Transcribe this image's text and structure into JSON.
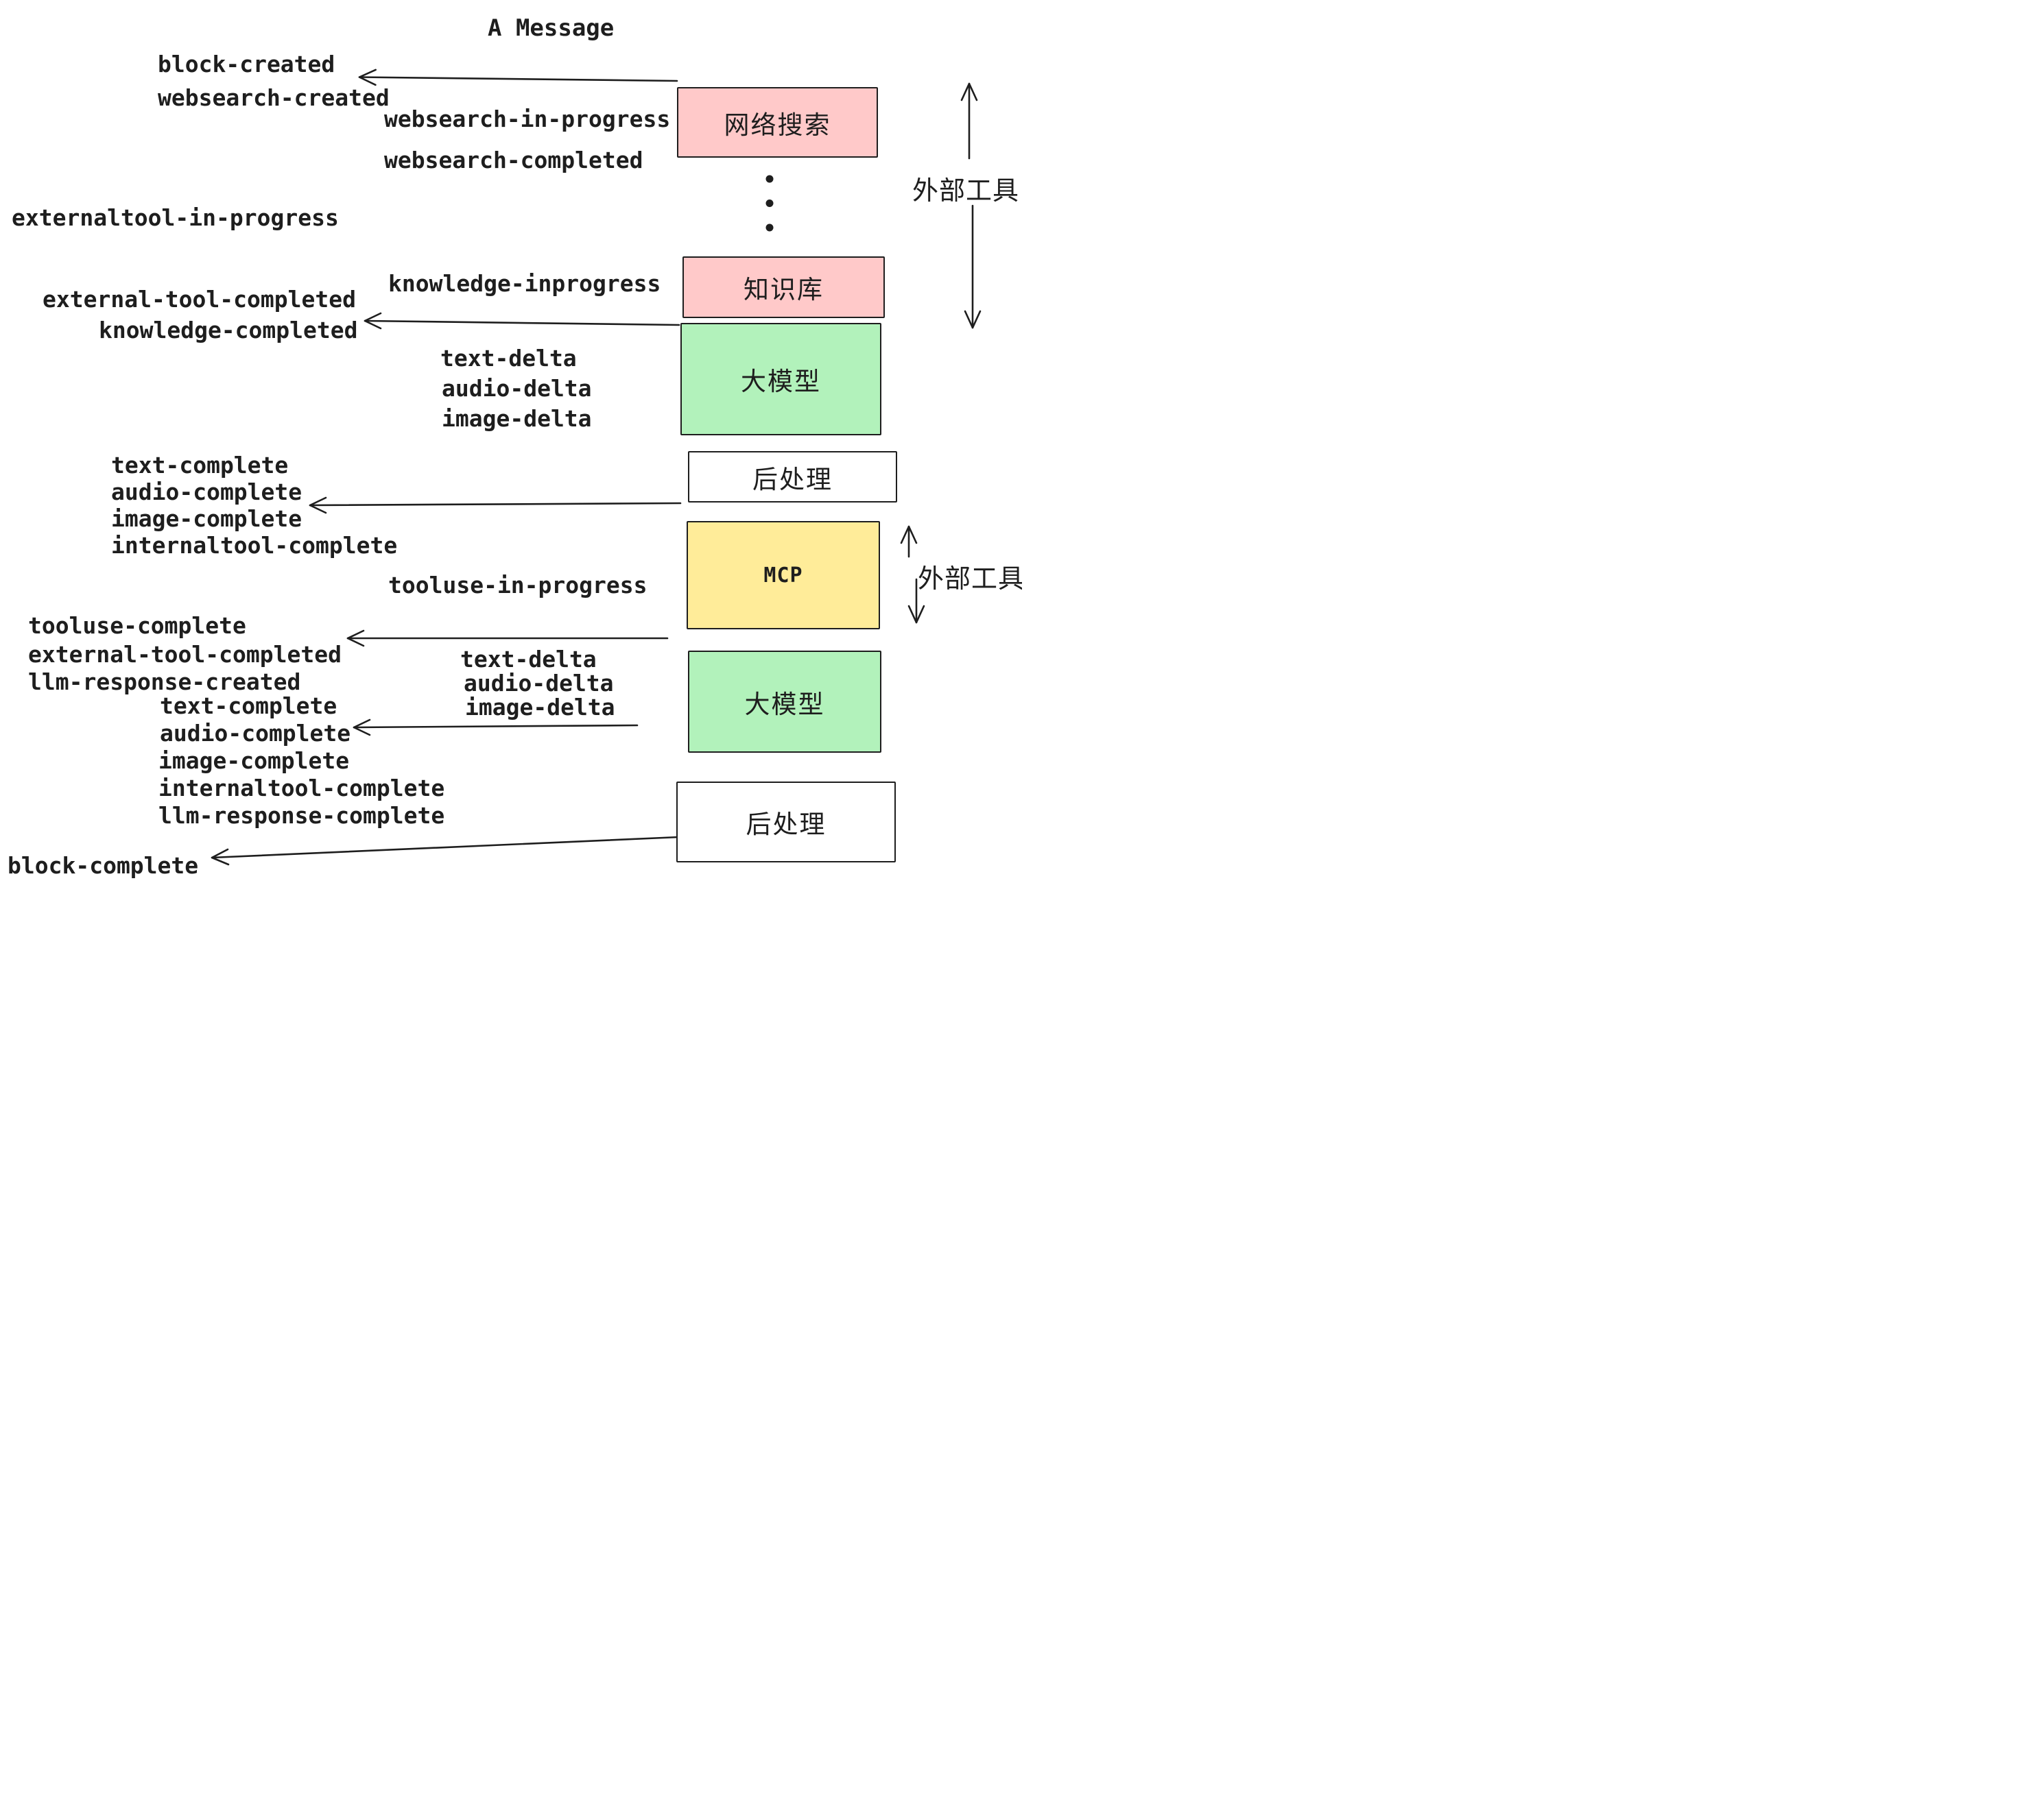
{
  "title": "A Message",
  "labels": {
    "block_created": "block-created",
    "websearch_created": "websearch-created",
    "websearch_in_progress": "websearch-in-progress",
    "websearch_completed": "websearch-completed",
    "externaltool_in_progress": "externaltool-in-progress",
    "knowledge_inprogress": "knowledge-inprogress",
    "external_tool_completed_1": "external-tool-completed",
    "knowledge_completed": "knowledge-completed",
    "text_delta_1": "text-delta",
    "audio_delta_1": "audio-delta",
    "image_delta_1": "image-delta",
    "text_complete_1": "text-complete",
    "audio_complete_1": "audio-complete",
    "image_complete_1": "image-complete",
    "internaltool_complete_1": "internaltool-complete",
    "tooluse_in_progress": "tooluse-in-progress",
    "tooluse_complete": "tooluse-complete",
    "external_tool_completed_2": "external-tool-completed",
    "llm_response_created": "llm-response-created",
    "text_delta_2": "text-delta",
    "audio_delta_2": "audio-delta",
    "image_delta_2": "image-delta",
    "text_complete_2": "text-complete",
    "audio_complete_2": "audio-complete",
    "image_complete_2": "image-complete",
    "internaltool_complete_2": "internaltool-complete",
    "llm_response_complete": "llm-response-complete",
    "block_complete": "block-complete"
  },
  "boxes": {
    "websearch": {
      "label": "网络搜索",
      "color": "#ffc9c9"
    },
    "knowledge": {
      "label": "知识库",
      "color": "#ffc9c9"
    },
    "llm_1": {
      "label": "大模型",
      "color": "#b2f2bb"
    },
    "post_1": {
      "label": "后处理",
      "color": "#ffffff"
    },
    "mcp": {
      "label": "MCP",
      "color": "#ffec99"
    },
    "llm_2": {
      "label": "大模型",
      "color": "#b2f2bb"
    },
    "post_2": {
      "label": "后处理",
      "color": "#ffffff"
    }
  },
  "annotations": {
    "external_tools_top": "外部工具",
    "external_tools_mcp": "外部工具"
  },
  "icons": {
    "vertical_ellipsis": "vertical-ellipsis"
  },
  "colors": {
    "pink": "#ffc9c9",
    "green": "#b2f2bb",
    "yellow": "#ffec99",
    "white": "#ffffff",
    "ink": "#1e1e1e",
    "background": "#ffffff"
  }
}
